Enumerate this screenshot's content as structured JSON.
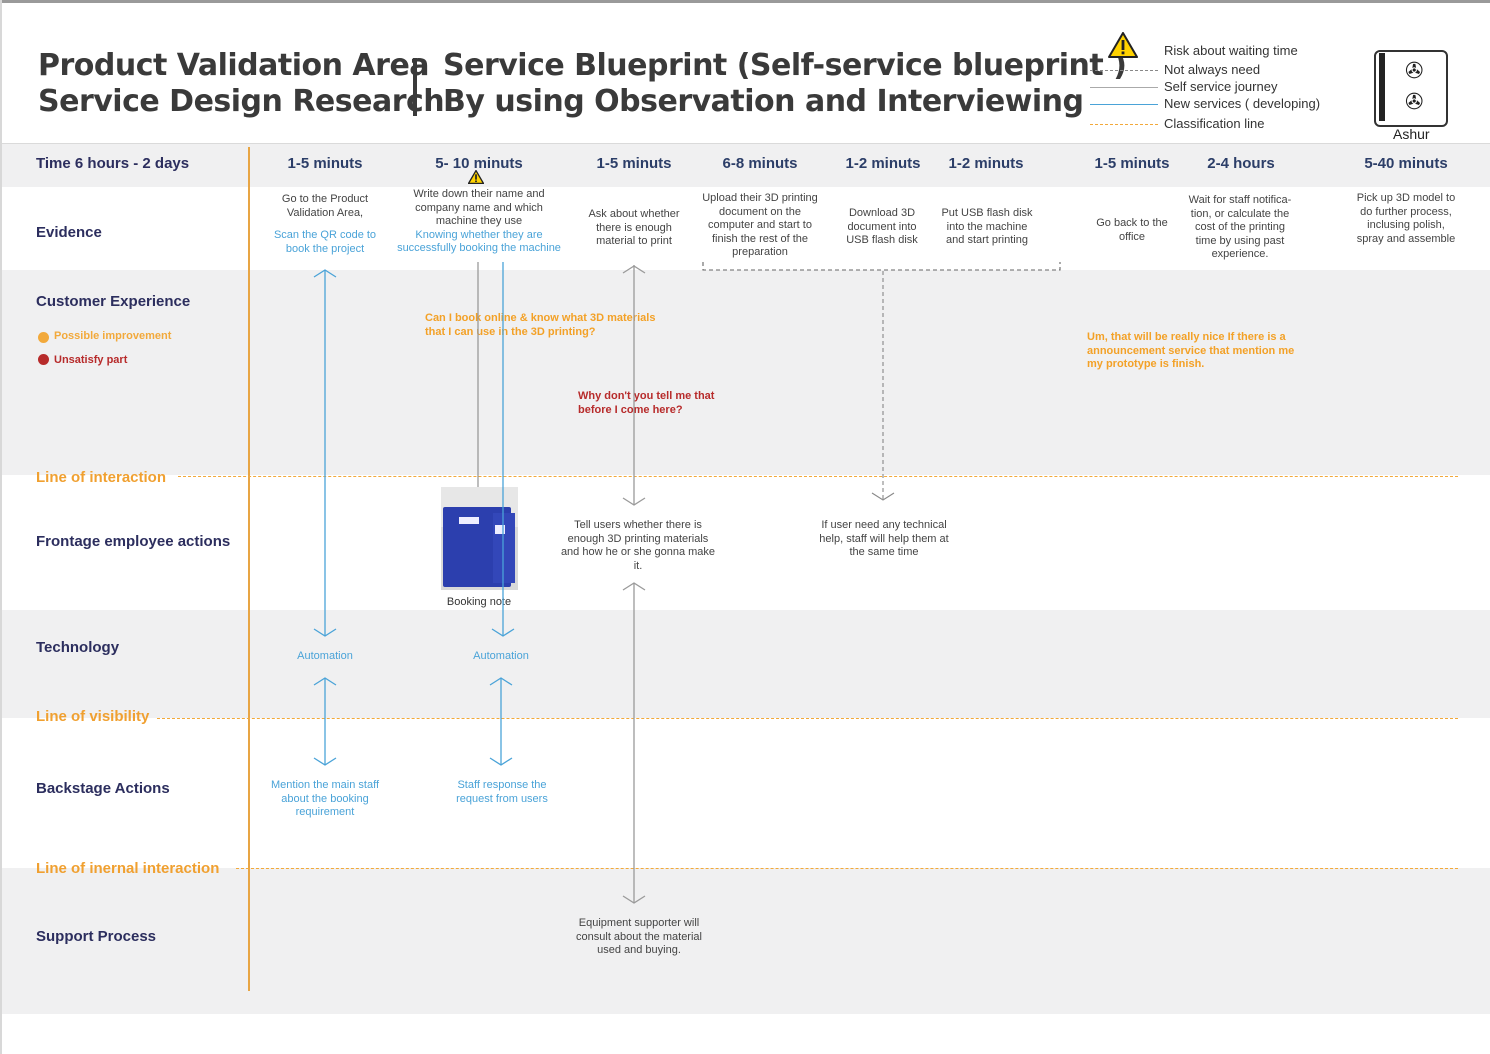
{
  "header": {
    "title_left_1": "Product Validation Area",
    "title_left_2": "Service Design Research",
    "title_right_1": "Service Blueprint (Self-service blueprint )",
    "title_right_2": "By using Observation and Interviewing"
  },
  "legend": {
    "risk": "Risk about waiting time",
    "not_always": "Not always need",
    "self_service": "Self service journey",
    "new_services": "New services ( developing)",
    "classification": "Classification line",
    "logo_name": "Ashur"
  },
  "time_row": {
    "label": "Time 6 hours - 2 days",
    "cols": [
      "1-5 minuts",
      "5- 10 minuts",
      "1-5 minuts",
      "6-8 minuts",
      "1-2 minuts",
      "1-2 minuts",
      "1-5 minuts",
      "2-4 hours",
      "5-40 minuts"
    ]
  },
  "rows": {
    "evidence": "Evidence",
    "customer_experience": "Customer Experience",
    "possible_improvement": "Possible improvement",
    "unsatisfy_part": "Unsatisfy part",
    "line_of_interaction": "Line of interaction",
    "frontage": "Frontage employee actions",
    "technology": "Technology",
    "line_of_visibility": "Line of visibility",
    "backstage": "Backstage Actions",
    "line_internal": "Line of inernal interaction",
    "support": "Support Process"
  },
  "evidence": {
    "c1_black": "Go to the Product Validation Area,",
    "c1_blue": "Scan the QR code to book the project",
    "c2_black": "Write down their name and company name and which machine they use",
    "c2_blue": "Knowing whether they are successfully booking the machine",
    "c3": "Ask about whether there is enough material to print",
    "c4": "Upload their 3D printing document on the computer and start to finish the rest of the preparation",
    "c5": "Download 3D document into USB flash disk",
    "c6": "Put USB flash disk into the machine and start printing",
    "c7": "Go back to the office",
    "c8": "Wait for staff notifica-tion, or calculate the cost of the printing time by using past experience.",
    "c9": "Pick up 3D model to do further process, inclusing polish, spray and assemble"
  },
  "customer": {
    "q1": "Can I book online & know what 3D materials that I can use in the 3D printing?",
    "q2": "Why don't you tell me that before I come here?",
    "q3": "Um, that will be really nice  If there is a announcement service that mention me my prototype is finish."
  },
  "frontage": {
    "photo_caption": "Booking note",
    "c3": "Tell users whether there is enough 3D printing materials and how he or she gonna make it.",
    "c5": "If user need any technical help, staff will help them at the same time"
  },
  "technology": {
    "c1": "Automation",
    "c2": "Automation"
  },
  "backstage": {
    "c1": "Mention the main staff about the booking requirement",
    "c2": "Staff response the request from users"
  },
  "support": {
    "c3": "Equipment supporter will consult about the material used and buying."
  },
  "colors": {
    "orange": "#f2a93b",
    "blue": "#4aa3d8",
    "navy": "#2c2e5e",
    "red": "#b72b2b",
    "grey": "#9a9a9a"
  }
}
